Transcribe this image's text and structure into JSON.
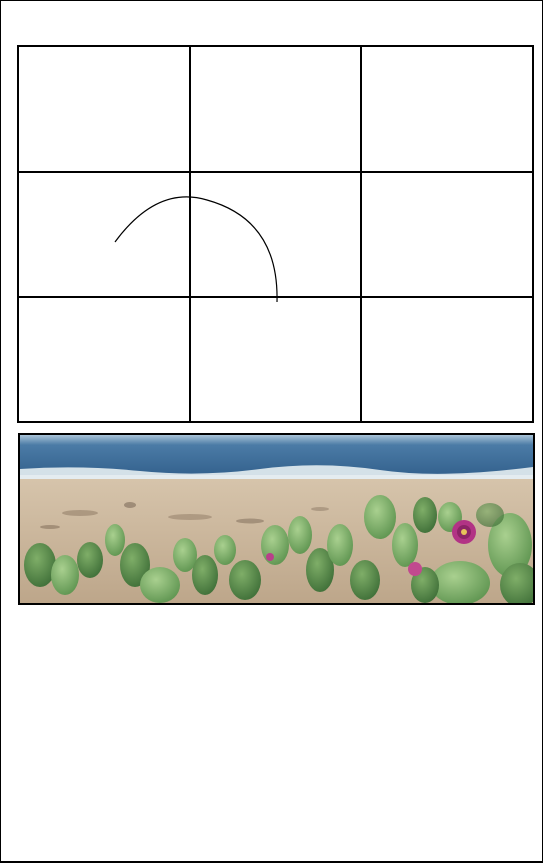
{
  "canvas": {
    "grid": {
      "rows": 3,
      "columns": 3,
      "line_color": "#000000"
    },
    "gesture_arc": {
      "stroke_color": "#000000"
    }
  },
  "photo": {
    "subject": "beach-with-succulent-plants",
    "colors": {
      "sky": "#c9d8e6",
      "ocean": "#3f6f9c",
      "surf": "#e8eef2",
      "sand": "#cdb89e",
      "leaves": "#7fb06a",
      "flower": "#b0307a"
    }
  }
}
